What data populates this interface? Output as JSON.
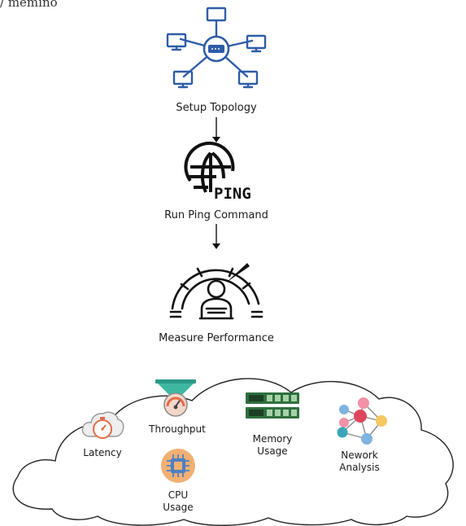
{
  "header_fragment": "/ memino",
  "flow": {
    "steps": [
      {
        "label": "Setup Topology",
        "icon": "network-topology-icon"
      },
      {
        "label": "Run Ping Command",
        "icon": "globe-ping-icon"
      },
      {
        "label": "Measure Performance",
        "icon": "gauge-performance-icon"
      }
    ],
    "ping_text": "PING"
  },
  "cloud": {
    "items": [
      {
        "label": "Latency",
        "icon": "cloud-stopwatch-icon"
      },
      {
        "label": "Throughput",
        "icon": "funnel-gauge-icon"
      },
      {
        "label_line1": "Memory",
        "label_line2": "Usage",
        "icon": "memory-module-icon"
      },
      {
        "label_line1": "Nework",
        "label_line2": "Analysis",
        "icon": "network-nodes-icon"
      },
      {
        "label_line1": "CPU",
        "label_line2": "Usage",
        "icon": "cpu-chip-icon"
      }
    ]
  },
  "colors": {
    "network_blue": "#2f5ca8",
    "line_dark": "#111111",
    "funnel_teal": "#3fb8a3",
    "gauge_orange": "#e46b45",
    "cpu_orange": "#f2b073",
    "cpu_blue": "#4d7fc2",
    "memory_green": "#2f6f3f",
    "node_pink": "#f291a7",
    "node_red": "#e0455e",
    "node_yellow": "#f6c85f",
    "node_teal": "#3aa6b9",
    "node_blue": "#7fb3e0"
  }
}
